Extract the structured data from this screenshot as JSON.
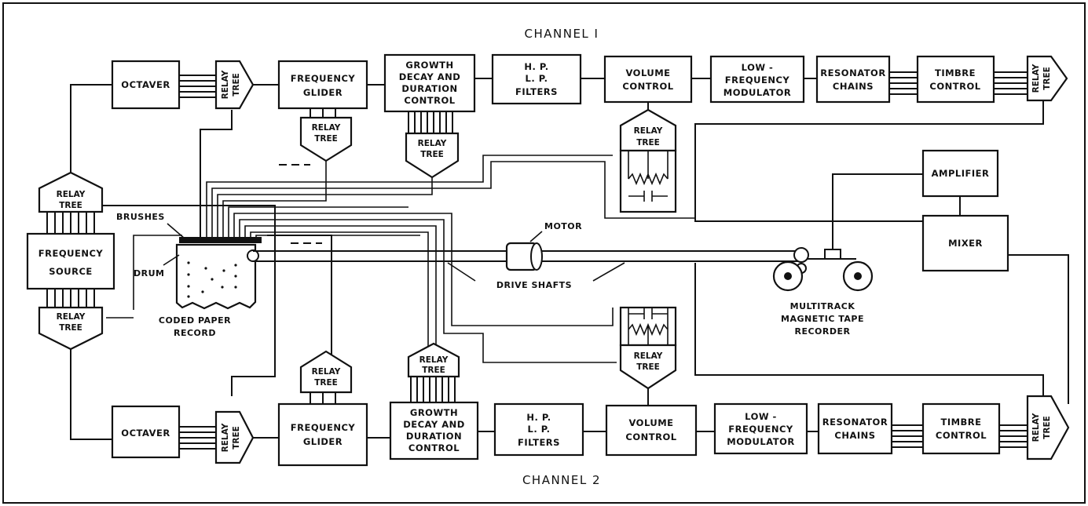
{
  "channels": {
    "one": "CHANNEL I",
    "two": "CHANNEL 2"
  },
  "blocks": {
    "octaver": "OCTAVER",
    "frequency_glider": [
      "FREQUENCY",
      "GLIDER"
    ],
    "growth_decay": [
      "GROWTH",
      "DECAY AND",
      "DURATION",
      "CONTROL"
    ],
    "filters": [
      "H. P.",
      "L. P.",
      "FILTERS"
    ],
    "volume_control": [
      "VOLUME",
      "CONTROL"
    ],
    "low_freq_modulator": [
      "LOW -",
      "FREQUENCY",
      "MODULATOR"
    ],
    "resonator_chains": [
      "RESONATOR",
      "CHAINS"
    ],
    "timbre_control": [
      "TIMBRE",
      "CONTROL"
    ],
    "relay_tree": [
      "RELAY",
      "TREE"
    ],
    "frequency_source": [
      "FREQUENCY",
      "SOURCE"
    ],
    "amplifier": "AMPLIFIER",
    "mixer": "MIXER"
  },
  "labels": {
    "brushes": "BRUSHES",
    "drum": "DRUM",
    "coded_paper_record": [
      "CODED PAPER",
      "RECORD"
    ],
    "motor": "MOTOR",
    "drive_shafts": "DRIVE SHAFTS",
    "tape_recorder": [
      "MULTITRACK",
      "MAGNETIC TAPE",
      "RECORDER"
    ]
  }
}
